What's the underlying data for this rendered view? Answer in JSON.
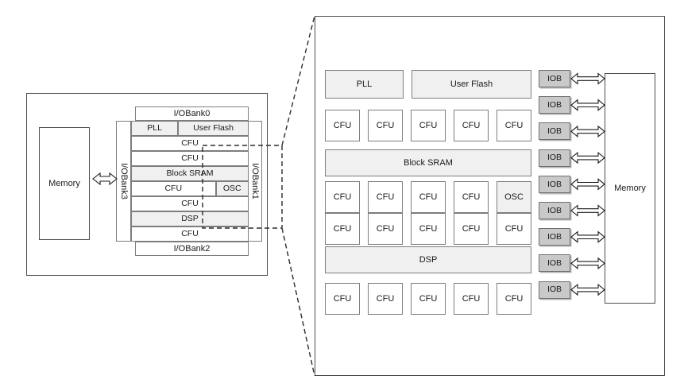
{
  "diagram": {
    "title": "FPGA architecture block diagram",
    "colors": {
      "block_fill": "#ffffff",
      "shaded_fill": "#f0f0f0",
      "iob_fill": "#c9c9c9",
      "border": "#7d7d7d",
      "outline": "#4d4d4d"
    }
  },
  "left_panel": {
    "name": "fpga-overview",
    "memory": {
      "label": "Memory"
    },
    "banks": {
      "top": "I/OBank0",
      "bottom": "I/OBank2",
      "left": "I/OBank3",
      "right": "I/OBank1"
    },
    "rows": [
      {
        "cells": [
          {
            "label": "PLL",
            "span": 2,
            "shaded": true
          },
          {
            "label": "User Flash",
            "span": 3,
            "shaded": true
          }
        ]
      },
      {
        "cells": [
          {
            "label": "CFU",
            "span": 5,
            "shaded": false
          }
        ]
      },
      {
        "cells": [
          {
            "label": "CFU",
            "span": 5,
            "shaded": false
          }
        ]
      },
      {
        "cells": [
          {
            "label": "Block SRAM",
            "span": 5,
            "shaded": true
          }
        ]
      },
      {
        "cells": [
          {
            "label": "CFU",
            "span": 3.6,
            "shaded": false
          },
          {
            "label": "OSC",
            "span": 1.4,
            "shaded": true
          }
        ]
      },
      {
        "cells": [
          {
            "label": "CFU",
            "span": 5,
            "shaded": false
          }
        ]
      },
      {
        "cells": [
          {
            "label": "DSP",
            "span": 5,
            "shaded": true
          }
        ]
      },
      {
        "cells": [
          {
            "label": "CFU",
            "span": 5,
            "shaded": false
          }
        ]
      }
    ]
  },
  "right_panel": {
    "name": "fpga-detail-zoom",
    "memory": {
      "label": "Memory"
    },
    "iob": {
      "label": "IOB",
      "count": 9
    },
    "rows": [
      {
        "type": "wide",
        "cells": [
          {
            "label": "PLL",
            "span": 2,
            "shaded": true
          },
          {
            "label": "User Flash",
            "span": 3,
            "shaded": true
          }
        ]
      },
      {
        "type": "cfu",
        "cells": [
          {
            "label": "CFU",
            "shaded": false
          },
          {
            "label": "CFU",
            "shaded": false
          },
          {
            "label": "CFU",
            "shaded": false
          },
          {
            "label": "CFU",
            "shaded": false
          },
          {
            "label": "CFU",
            "shaded": false
          }
        ]
      },
      {
        "type": "wide",
        "cells": [
          {
            "label": "Block SRAM",
            "span": 5,
            "shaded": true
          }
        ]
      },
      {
        "type": "cfu",
        "cells": [
          {
            "label": "CFU",
            "shaded": false
          },
          {
            "label": "CFU",
            "shaded": false
          },
          {
            "label": "CFU",
            "shaded": false
          },
          {
            "label": "CFU",
            "shaded": false
          },
          {
            "label": "OSC",
            "shaded": true
          }
        ]
      },
      {
        "type": "cfu",
        "cells": [
          {
            "label": "CFU",
            "shaded": false
          },
          {
            "label": "CFU",
            "shaded": false
          },
          {
            "label": "CFU",
            "shaded": false
          },
          {
            "label": "CFU",
            "shaded": false
          },
          {
            "label": "CFU",
            "shaded": false
          }
        ]
      },
      {
        "type": "wide",
        "cells": [
          {
            "label": "DSP",
            "span": 5,
            "shaded": true
          }
        ]
      },
      {
        "type": "cfu",
        "cells": [
          {
            "label": "CFU",
            "shaded": false
          },
          {
            "label": "CFU",
            "shaded": false
          },
          {
            "label": "CFU",
            "shaded": false
          },
          {
            "label": "CFU",
            "shaded": false
          },
          {
            "label": "CFU",
            "shaded": false
          }
        ]
      }
    ]
  }
}
